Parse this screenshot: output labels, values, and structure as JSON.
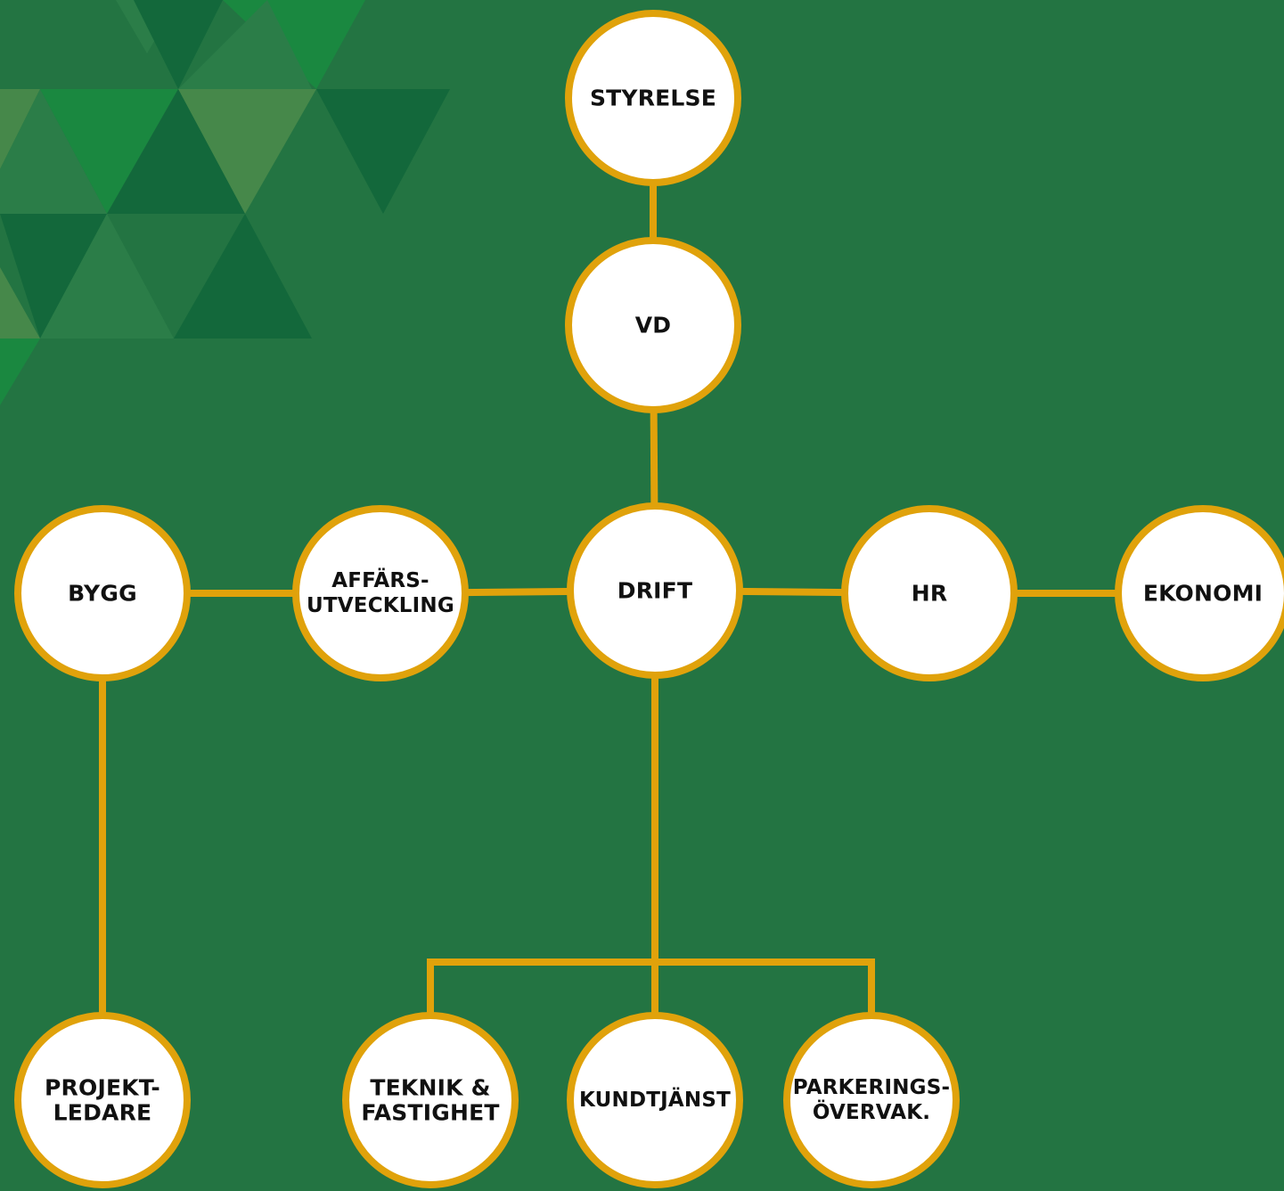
{
  "colors": {
    "background": "#237442",
    "connector": "#E0A20B",
    "node_fill": "#FFFFFF",
    "node_text": "#111111",
    "triangle_dark": "#13683B",
    "triangle_mid": "#2B7D48",
    "triangle_bright": "#1A8840",
    "triangle_light": "#46884A"
  },
  "org_chart": {
    "nodes": [
      {
        "id": "styrelse",
        "name": "styrelse-node",
        "lines": [
          "STYRELSE"
        ]
      },
      {
        "id": "vd",
        "name": "vd-node",
        "lines": [
          "VD"
        ]
      },
      {
        "id": "drift",
        "name": "drift-node",
        "lines": [
          "DRIFT"
        ]
      },
      {
        "id": "affars",
        "name": "affarsutveckling-node",
        "lines": [
          "AFFÄRS-",
          "UTVECKLING"
        ]
      },
      {
        "id": "bygg",
        "name": "bygg-node",
        "lines": [
          "BYGG"
        ]
      },
      {
        "id": "hr",
        "name": "hr-node",
        "lines": [
          "HR"
        ]
      },
      {
        "id": "ekonomi",
        "name": "ekonomi-node",
        "lines": [
          "EKONOMI"
        ]
      },
      {
        "id": "projektledare",
        "name": "projektledare-node",
        "lines": [
          "PROJEKT-",
          "LEDARE"
        ]
      },
      {
        "id": "teknik",
        "name": "teknik-fastighet-node",
        "lines": [
          "TEKNIK &",
          "FASTIGHET"
        ]
      },
      {
        "id": "kundtjanst",
        "name": "kundtjanst-node",
        "lines": [
          "KUNDTJÄNST"
        ]
      },
      {
        "id": "parkering",
        "name": "parkeringsovervak-node",
        "lines": [
          "PARKERINGS-",
          "ÖVERVAK."
        ]
      }
    ],
    "edges": [
      [
        "styrelse",
        "vd"
      ],
      [
        "vd",
        "drift"
      ],
      [
        "drift",
        "affars"
      ],
      [
        "affars",
        "bygg"
      ],
      [
        "drift",
        "hr"
      ],
      [
        "hr",
        "ekonomi"
      ],
      [
        "bygg",
        "projektledare"
      ],
      [
        "drift",
        "teknik"
      ],
      [
        "drift",
        "kundtjanst"
      ],
      [
        "drift",
        "parkering"
      ]
    ]
  }
}
